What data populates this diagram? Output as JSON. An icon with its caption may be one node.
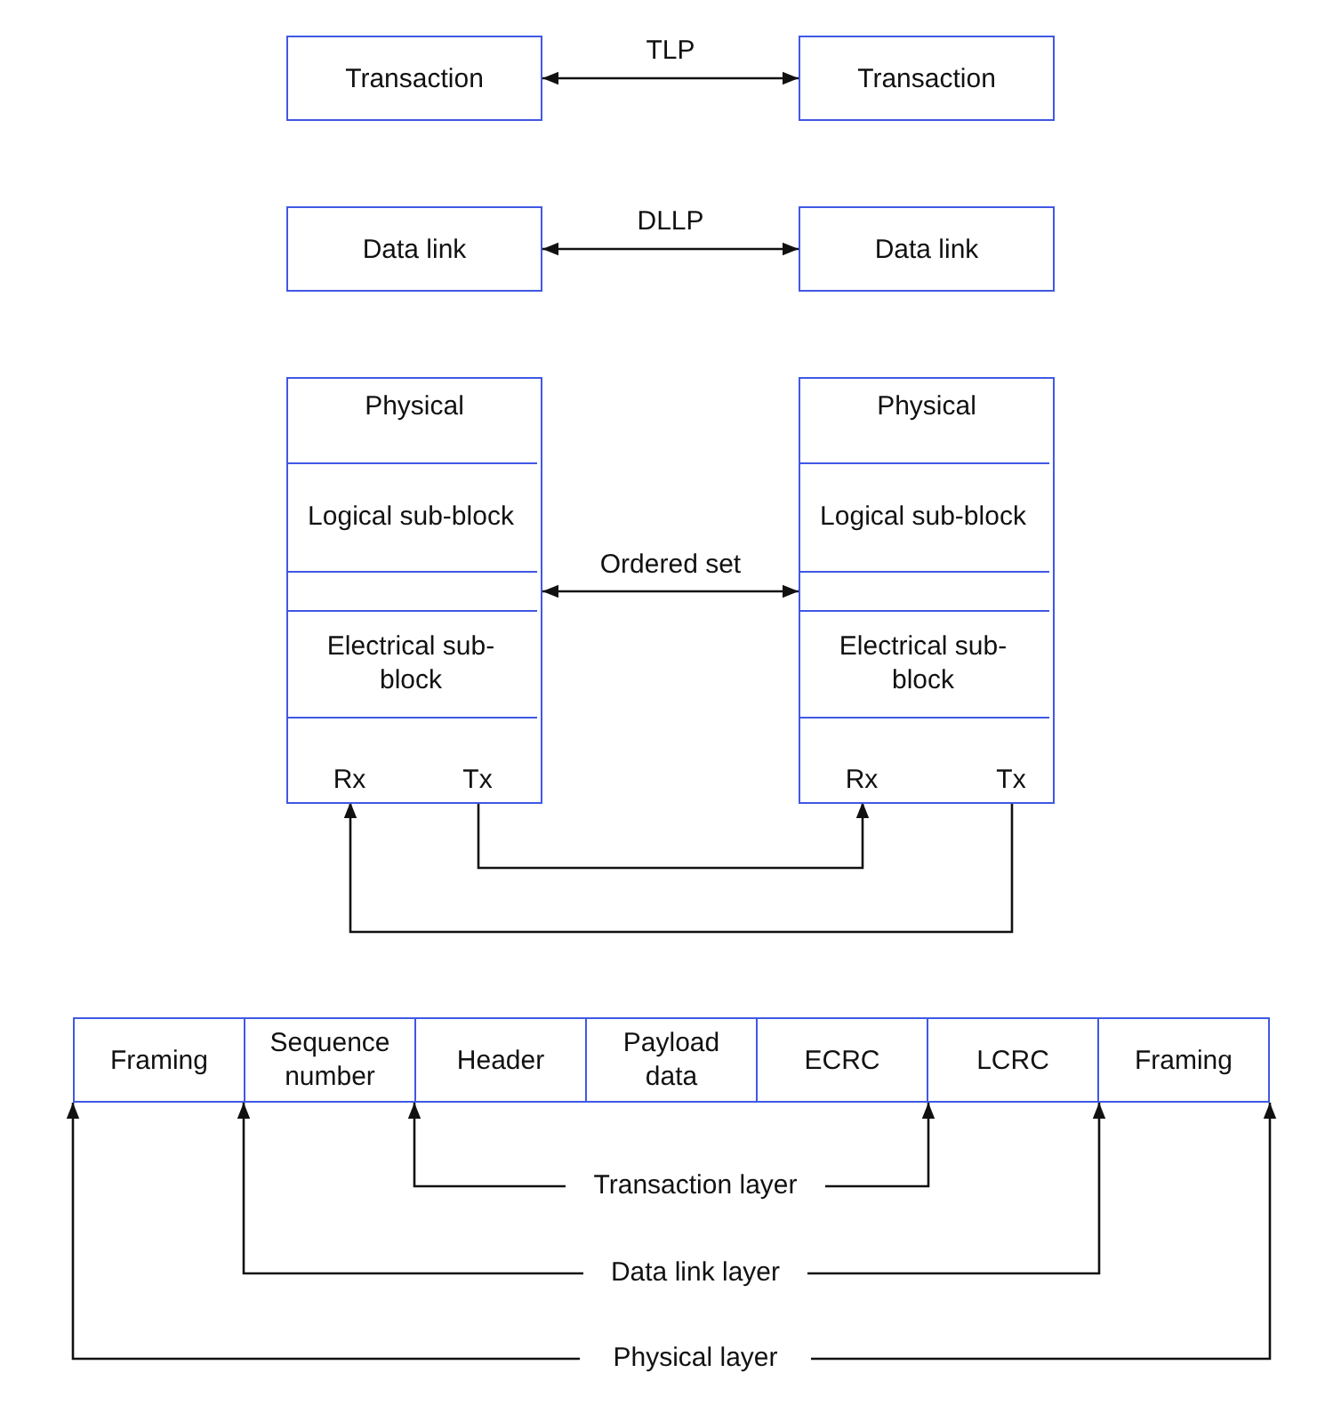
{
  "diagram": {
    "nodes": [
      {
        "text": [
          "Transaction"
        ]
      },
      {
        "text": [
          "Transaction"
        ]
      },
      {
        "text": [
          "Data link"
        ]
      },
      {
        "text": [
          "Data link"
        ]
      },
      {
        "text": [
          "Physical"
        ]
      },
      {
        "text": [
          "Logical sub-block"
        ],
        "in": 4
      },
      {
        "text": [],
        "shape": "box",
        "in": 4
      },
      {
        "text": [
          "Electrical sub-block"
        ],
        "in": 4
      },
      {
        "text": [
          "Rx"
        ],
        "in": 4
      },
      {
        "text": [
          "Tx"
        ],
        "in": 4
      },
      {
        "text": [
          "Physical"
        ]
      },
      {
        "text": [
          "Logical sub-block"
        ],
        "in": 10
      },
      {
        "text": [],
        "shape": "box",
        "in": 10
      },
      {
        "text": [
          "Electrical sub-block"
        ],
        "in": 10
      },
      {
        "text": [
          "Rx"
        ],
        "in": 10
      },
      {
        "text": [
          "Tx"
        ],
        "in": 10
      },
      {
        "text": [
          "Framing"
        ]
      },
      {
        "text": [
          "Sequence number"
        ]
      },
      {
        "text": [
          "Header"
        ]
      },
      {
        "text": [
          "Payload data"
        ]
      },
      {
        "text": [
          "ECRC"
        ]
      },
      {
        "text": [
          "LCRC"
        ]
      },
      {
        "text": [
          "Framing"
        ]
      },
      {
        "text": [
          "Transaction layer"
        ]
      },
      {
        "text": [
          "Data link layer"
        ]
      },
      {
        "text": [
          "Physical layer"
        ]
      }
    ],
    "edges": [
      {
        "from": 0,
        "to": 1,
        "arrow": "both",
        "label": "TLP"
      },
      {
        "from": 2,
        "to": 3,
        "arrow": "both",
        "label": "DLLP"
      },
      {
        "from": 6,
        "to": 12,
        "arrow": "both",
        "label": "Ordered set"
      },
      {
        "from": 9,
        "to": 14,
        "arrow": "to"
      },
      {
        "from": 15,
        "to": 8,
        "arrow": "to"
      },
      {
        "from": 23,
        "to": 18,
        "arrow": "to"
      },
      {
        "from": 23,
        "to": 20,
        "arrow": "to"
      },
      {
        "from": 24,
        "to": 17,
        "arrow": "to"
      },
      {
        "from": 24,
        "to": 21,
        "arrow": "to"
      },
      {
        "from": 25,
        "to": 16,
        "arrow": "to"
      },
      {
        "from": 25,
        "to": 22,
        "arrow": "to"
      }
    ]
  }
}
